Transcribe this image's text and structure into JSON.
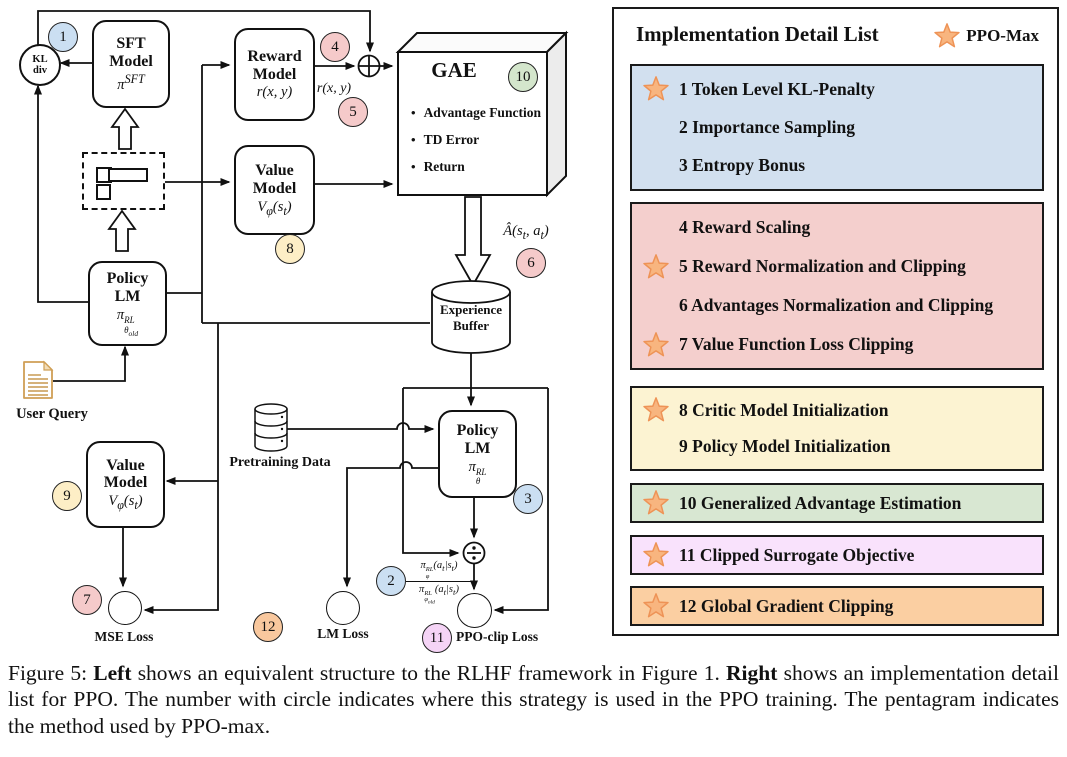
{
  "colors": {
    "line": "#111111",
    "star_fill": "#f8b57f",
    "star_stroke": "#ee9356",
    "doc_icon": "#cf9f55"
  },
  "diagram": {
    "nodes": {
      "sft": {
        "l1": "SFT",
        "l2": "Model",
        "math": "π<sup>SFT</sup>"
      },
      "reward": {
        "l1": "Reward",
        "l2": "Model",
        "math": "r(x, y)"
      },
      "value_top": {
        "l1": "Value",
        "l2": "Model",
        "math": "V<sub>φ</sub>(s<sub>t</sub>)"
      },
      "policy_old": {
        "l1": "Policy",
        "l2": "LM",
        "math": "π<span class='ss'><span>RL</span><span>θ<sub>old</sub></span></span>"
      },
      "policy_new": {
        "l1": "Policy",
        "l2": "LM",
        "math": "π<span class='ss'><span>RL</span><span>θ</span></span>"
      },
      "value_bottom": {
        "l1": "Value",
        "l2": "Model",
        "math": "V<sub>φ</sub>(s<sub>t</sub>)"
      }
    },
    "gae": {
      "title": "GAE",
      "bullets": [
        "Advantage Function",
        "TD Error",
        "Return"
      ]
    },
    "labels": {
      "kl": [
        "KL",
        "div"
      ],
      "r_xy": "r(x, y)",
      "advantage": "Â(s<sub>t</sub>, a<sub>t</sub>)",
      "ratio_num": "π<span class='ss'><span>RL</span><span>φ</span></span>(a<sub>t</sub>|s<sub>t</sub>)",
      "ratio_den": "π<span class='ss'><span>RL</span><span>φ<sub>old</sub></span></span>(a<sub>t</sub>|s<sub>t</sub>)",
      "experience_buffer": [
        "Experience",
        "Buffer"
      ],
      "pretraining": "Pretraining Data",
      "user_query": "User Query",
      "mse": "MSE Loss",
      "lm": "LM Loss",
      "ppo_clip": "PPO-clip Loss"
    },
    "markers": [
      {
        "n": "1",
        "color": "#cbdff2"
      },
      {
        "n": "2",
        "color": "#cbdff2"
      },
      {
        "n": "3",
        "color": "#cbdff2"
      },
      {
        "n": "4",
        "color": "#f5caca"
      },
      {
        "n": "5",
        "color": "#f5caca"
      },
      {
        "n": "6",
        "color": "#f5caca"
      },
      {
        "n": "7",
        "color": "#f5caca"
      },
      {
        "n": "8",
        "color": "#fdeec6"
      },
      {
        "n": "9",
        "color": "#fdeec6"
      },
      {
        "n": "10",
        "color": "#d4e6cc"
      },
      {
        "n": "11",
        "color": "#f5d4f6"
      },
      {
        "n": "12",
        "color": "#f9c89e"
      }
    ]
  },
  "panel": {
    "title": "Implementation Detail List",
    "legend": "PPO-Max",
    "groups": [
      {
        "color": "#d2e0ef",
        "items": [
          {
            "label": "1 Token Level KL-Penalty",
            "starred": true
          },
          {
            "label": "2 Importance Sampling",
            "starred": false
          },
          {
            "label": "3 Entropy Bonus",
            "starred": false
          }
        ]
      },
      {
        "color": "#f4cfcd",
        "items": [
          {
            "label": "4 Reward Scaling",
            "starred": false
          },
          {
            "label": "5 Reward Normalization and Clipping",
            "starred": true
          },
          {
            "label": "6 Advantages Normalization and Clipping",
            "starred": false
          },
          {
            "label": "7 Value Function Loss Clipping",
            "starred": true
          }
        ]
      },
      {
        "color": "#fcf3d2",
        "items": [
          {
            "label": "8 Critic Model Initialization",
            "starred": true
          },
          {
            "label": "9 Policy Model Initialization",
            "starred": false
          }
        ]
      },
      {
        "color": "#d8e7d2",
        "items": [
          {
            "label": "10 Generalized Advantage Estimation",
            "starred": true
          }
        ]
      },
      {
        "color": "#f9e2fc",
        "items": [
          {
            "label": "11 Clipped Surrogate Objective",
            "starred": true
          }
        ]
      },
      {
        "color": "#fbcfa2",
        "items": [
          {
            "label": "12 Global Gradient Clipping",
            "starred": true
          }
        ]
      }
    ]
  },
  "caption": {
    "prefix": "Figure 5: ",
    "bold1": "Left",
    "mid": " shows an equivalent structure to the RLHF framework in Figure 1. ",
    "bold2": "Right",
    "rest": " shows an implementation detail list for PPO. The number with circle indicates where this strategy is used in the PPO training. The pentagram indicates the method used by PPO-max."
  }
}
